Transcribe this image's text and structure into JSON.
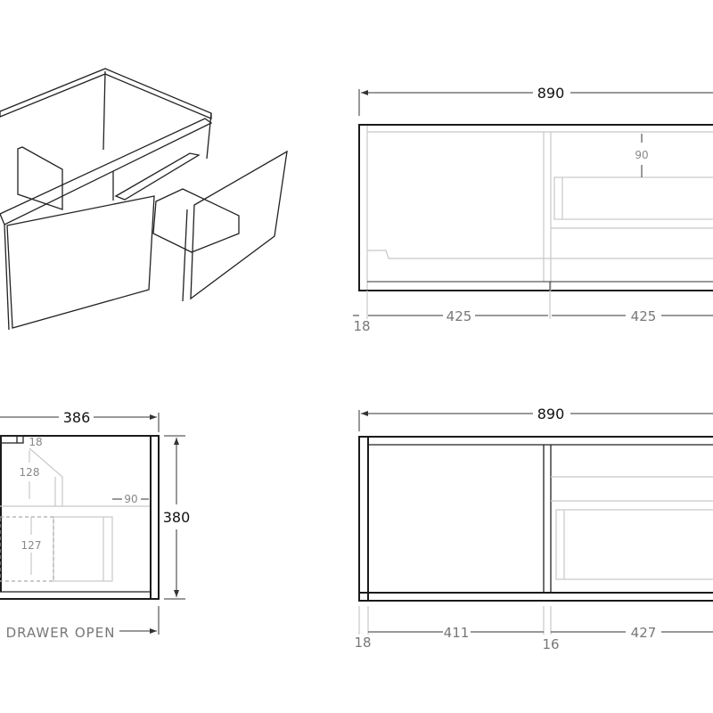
{
  "front_view": {
    "overall_width": "890",
    "side_panel": "18",
    "left_opening": "425",
    "right_opening": "425",
    "drawer_gap": "90"
  },
  "side_view": {
    "depth": "386",
    "height": "380",
    "top_thickness": "18",
    "upper_gap": "128",
    "drawer_offset": "90",
    "drawer_height": "127",
    "note": "DRAWER OPEN"
  },
  "rear_view": {
    "overall_width": "890",
    "side_panel": "18",
    "left_bay": "411",
    "divider": "16",
    "right_bay": "427"
  },
  "colors": {
    "line": "#1a1a1a",
    "light_line": "#c8c8c8",
    "panel_fill": "#e6e6e6"
  }
}
